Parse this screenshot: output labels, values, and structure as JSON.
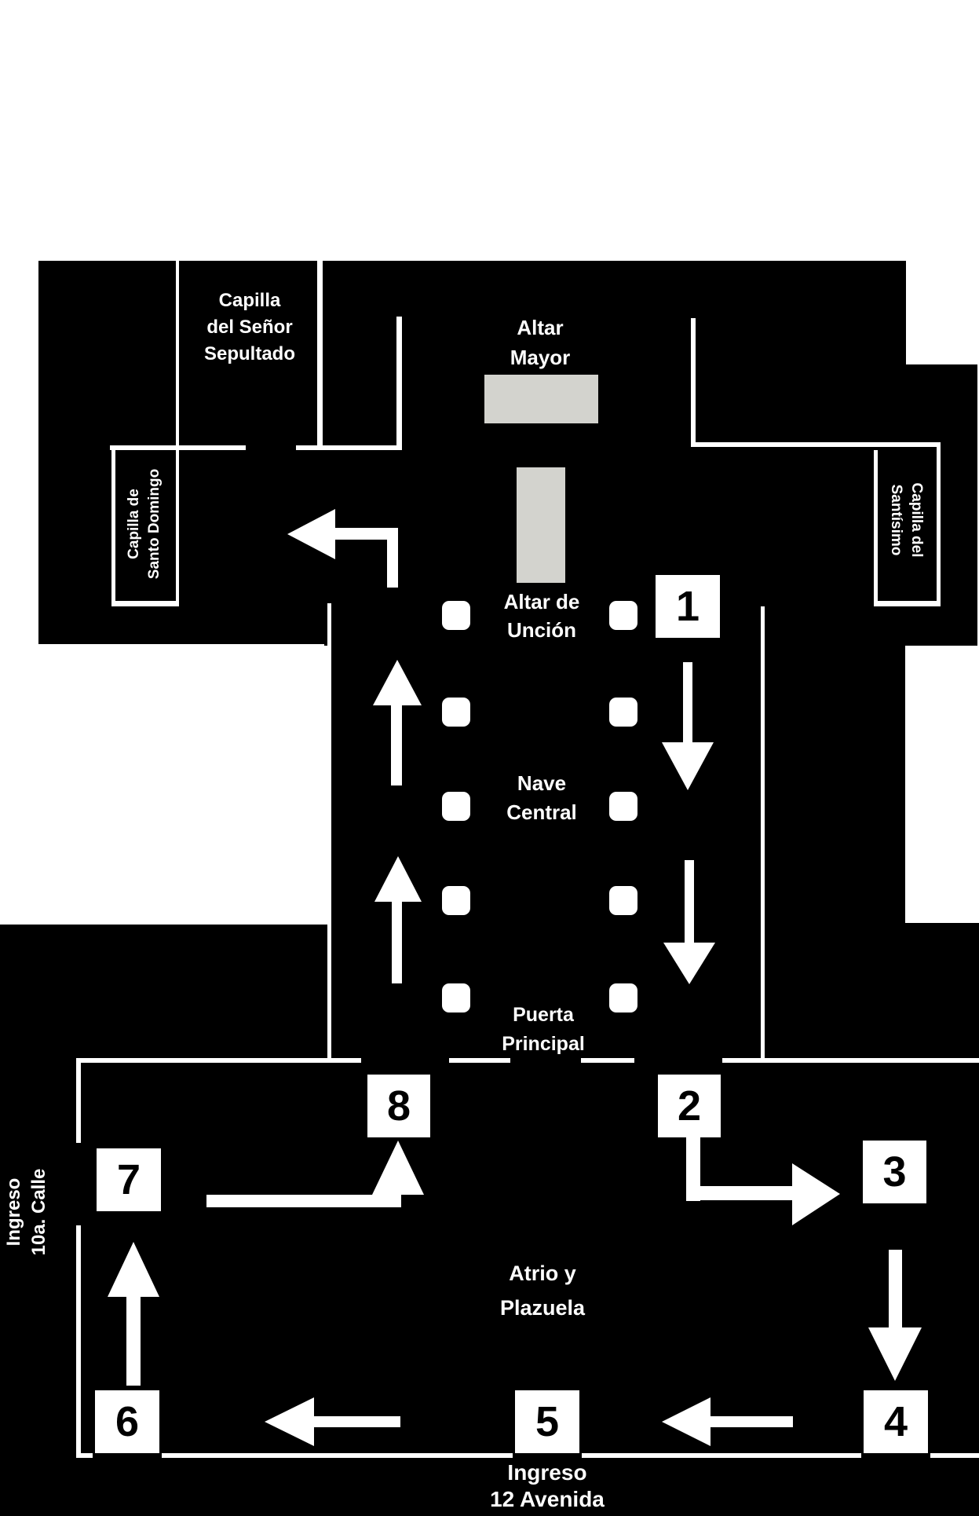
{
  "plan": {
    "type": "church-floor-plan-route-diagram",
    "colors": {
      "background": "#ffffff",
      "floor": "#000000",
      "walls_and_arrows": "#ffffff",
      "altar_fill": "#d3d3ce",
      "marker_background": "#ffffff",
      "marker_digit": "#000000",
      "label_text": "#ffffff"
    },
    "chapels": {
      "sepultado": {
        "lines": [
          "Capilla",
          "del Señor",
          "Sepultado"
        ]
      },
      "santo_domingo": {
        "lines": [
          "Capilla de",
          "Santo Domingo"
        ]
      },
      "santisimo": {
        "lines": [
          "Capilla del",
          "Santísimo"
        ]
      }
    },
    "altars": {
      "mayor": {
        "lines": [
          "Altar",
          "Mayor"
        ]
      },
      "uncion": {
        "lines": [
          "Altar de",
          "Unción"
        ]
      }
    },
    "nave": {
      "lines": [
        "Nave",
        "Central"
      ]
    },
    "puerta_principal": {
      "lines": [
        "Puerta",
        "Principal"
      ]
    },
    "atrio": {
      "lines": [
        "Atrio y",
        "Plazuela"
      ]
    },
    "entrances": {
      "calle": {
        "lines": [
          "Ingreso",
          "10a. Calle"
        ]
      },
      "avenida": {
        "lines": [
          "Ingreso",
          "12 Avenida"
        ]
      }
    },
    "route": {
      "markers": [
        {
          "n": "1"
        },
        {
          "n": "2"
        },
        {
          "n": "3"
        },
        {
          "n": "4"
        },
        {
          "n": "5"
        },
        {
          "n": "6"
        },
        {
          "n": "7"
        },
        {
          "n": "8"
        }
      ]
    }
  }
}
